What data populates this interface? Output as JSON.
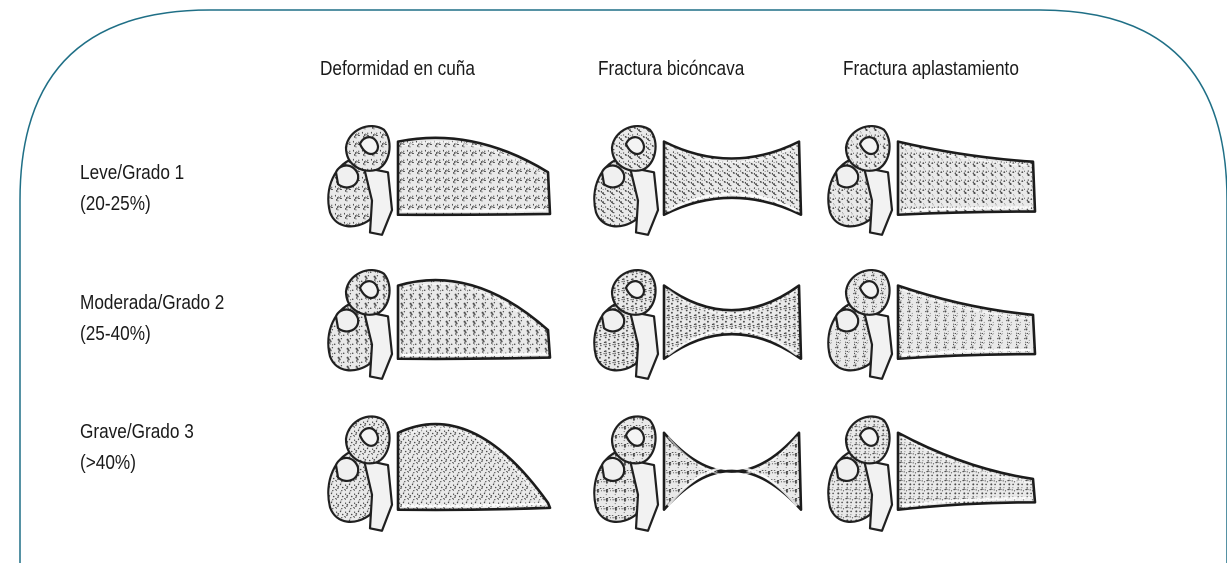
{
  "frame": {
    "stroke": "#1f6f86"
  },
  "columns": [
    {
      "id": "wedge",
      "title": "Deformidad en cuña"
    },
    {
      "id": "biconcave",
      "title": "Fractura bicóncava"
    },
    {
      "id": "crush",
      "title": "Fractura aplastamiento"
    }
  ],
  "rows": [
    {
      "id": "mild",
      "line1": "Leve/Grado 1",
      "line2": "(20-25%)",
      "compression": 0.22
    },
    {
      "id": "moderate",
      "line1": "Moderada/Grado 2",
      "line2": "(25-40%)",
      "compression": 0.32
    },
    {
      "id": "severe",
      "line1": "Grave/Grado 3",
      "line2": "(>40%)",
      "compression": 0.48
    }
  ]
}
